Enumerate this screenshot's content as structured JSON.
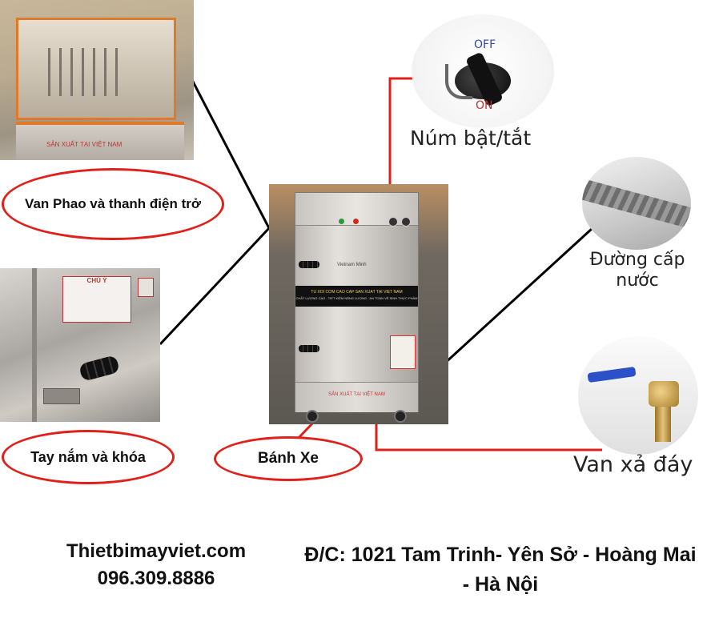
{
  "callouts": {
    "top_left": "Van Phao và thanh điện trở",
    "bottom_left": "Tay nắm và khóa",
    "bottom_center": "Bánh Xe",
    "top_right": "Núm bật/tắt",
    "mid_right": "Đường cấp\nnước",
    "bottom_right": "Van xả đáy"
  },
  "switch": {
    "off": "OFF",
    "on": "ON"
  },
  "cabinet": {
    "brand_top": "Vietnam Minh",
    "banner_line1": "TỦ XÔI CƠM CAO CẤP SẢN XUẤT TẠI VIỆT NAM",
    "banner_line2": "CHẤT LƯỢNG CAO - TIẾT KIỆM NĂNG LƯỢNG - AN TOÀN VỆ SINH THỰC PHẨM",
    "base_text": "SẢN XUẤT TẠI VIỆT NAM"
  },
  "photo_tl": {
    "plate_text": "SẢN XUẤT TẠI VIỆT NAM"
  },
  "photo_bl": {
    "plate_title": "CHÚ Ý"
  },
  "footer": {
    "website": "Thietbimayviet.com",
    "phone": "096.309.8886",
    "address": "Đ/C: 1021 Tam Trinh- Yên Sở - Hoàng Mai - Hà Nội"
  },
  "colors": {
    "accent_red": "#e0201b",
    "connector_black": "#000000"
  }
}
